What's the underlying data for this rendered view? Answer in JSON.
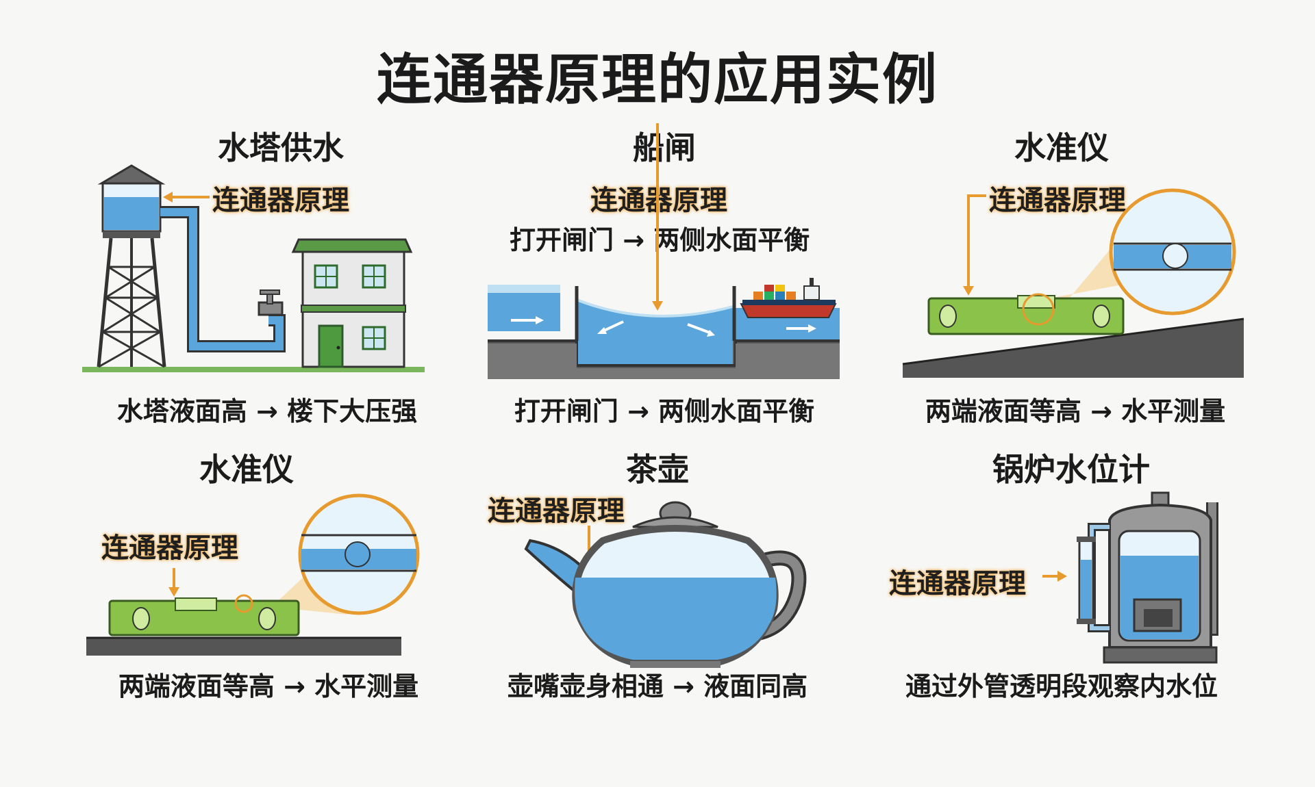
{
  "title": "连通器原理的应用实例",
  "principle_label": "连通器原理",
  "colors": {
    "water": "#5aa6dc",
    "water_light": "#bfe0f3",
    "orange": "#e79a2d",
    "ground": "#555555",
    "level_green": "#8bc34a",
    "grass": "#7ab65b"
  },
  "panels": [
    {
      "title": "水塔供水",
      "caption": "水塔液面高 → 楼下大压强"
    },
    {
      "title": "船闸",
      "sub_label": "打开闸门 → 两侧水面平衡",
      "caption": "打开闸门 → 两侧水面平衡"
    },
    {
      "title": "水准仪",
      "caption": "两端液面等高 → 水平测量"
    },
    {
      "title": "水准仪",
      "caption": "两端液面等高 → 水平测量"
    },
    {
      "title": "茶壶",
      "caption": "壶嘴壶身相通 → 液面同高"
    },
    {
      "title": "锅炉水位计",
      "caption": "通过外管透明段观察内水位"
    }
  ],
  "icons": [
    "water-tower-icon",
    "house-icon",
    "faucet-icon",
    "ship-icon",
    "spirit-level-icon",
    "magnifier-icon",
    "teapot-icon",
    "boiler-icon"
  ]
}
